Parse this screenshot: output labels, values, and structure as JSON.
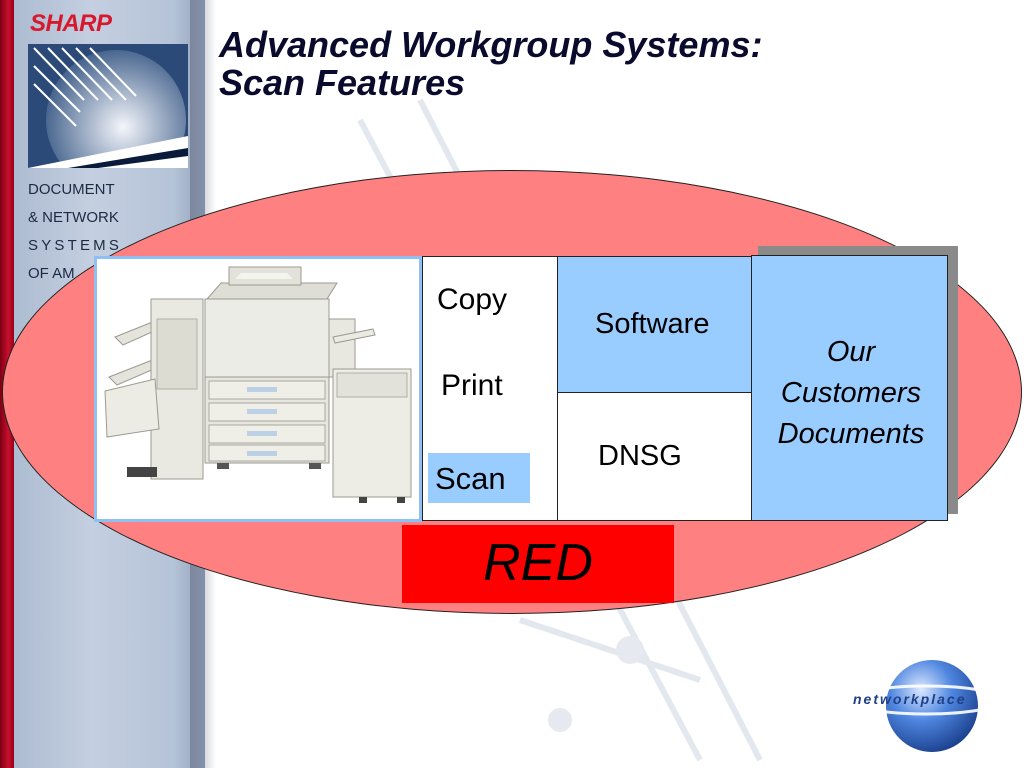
{
  "slide": {
    "title_line1": "Advanced Workgroup Systems:",
    "title_line2": "Scan Features"
  },
  "sidebar": {
    "logo": "SHARP",
    "company_lines": [
      "DOCUMENT",
      "& NETWORK",
      "SYSTEMS",
      "OF AM"
    ]
  },
  "diagram": {
    "functions": [
      "Copy",
      "Print",
      "Scan"
    ],
    "software": "Software",
    "dnsg": "DNSG",
    "customers": [
      "Our",
      "Customers",
      "Documents"
    ],
    "red": "RED"
  },
  "footer_logo": "networkplace",
  "colors": {
    "ellipse": "#ff8080",
    "light_blue": "#99ccff",
    "red_box": "#ff0000",
    "title": "#0a0a2c",
    "sharp_red": "#d7192d"
  }
}
